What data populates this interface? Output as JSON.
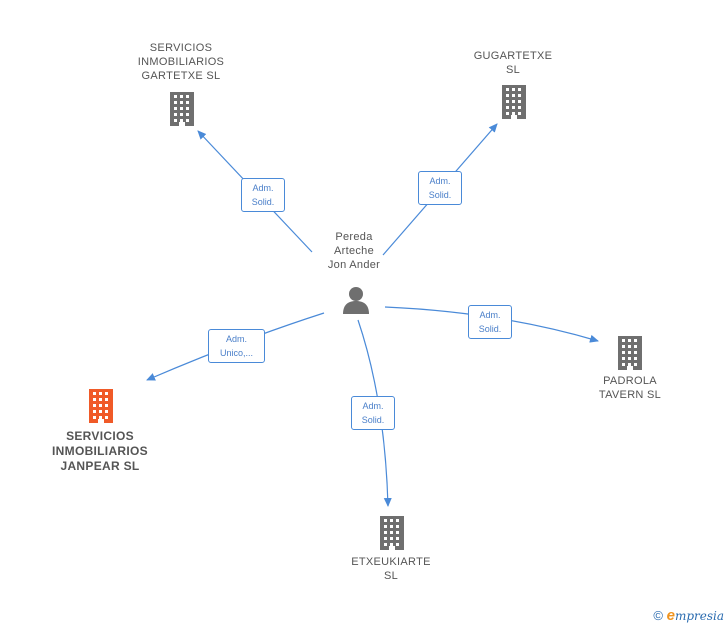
{
  "center": {
    "lines": [
      "Pereda",
      "Arteche",
      "Jon Ander"
    ],
    "icon": "person-icon"
  },
  "companies": [
    {
      "id": "gartetxe",
      "lines": [
        "SERVICIOS",
        "INMOBILIARIOS",
        "GARTETXE  SL"
      ],
      "icon": "building-icon",
      "color": "#6f6f6f"
    },
    {
      "id": "gugartetxe",
      "lines": [
        "GUGARTETXE",
        "SL"
      ],
      "icon": "building-icon",
      "color": "#6f6f6f"
    },
    {
      "id": "padrola",
      "lines": [
        "PADROLA",
        "TAVERN  SL"
      ],
      "icon": "building-icon",
      "color": "#6f6f6f"
    },
    {
      "id": "etxeukiarte",
      "lines": [
        "ETXEUKIARTE",
        "SL"
      ],
      "icon": "building-icon",
      "color": "#6f6f6f"
    },
    {
      "id": "janpear",
      "lines": [
        "SERVICIOS",
        "INMOBILIARIOS",
        "JANPEAR  SL"
      ],
      "icon": "building-icon",
      "color": "#f05a28"
    }
  ],
  "edges": [
    {
      "to": "gartetxe",
      "lines": [
        "Adm.",
        "Solid."
      ]
    },
    {
      "to": "gugartetxe",
      "lines": [
        "Adm.",
        "Solid."
      ]
    },
    {
      "to": "padrola",
      "lines": [
        "Adm.",
        "Solid."
      ]
    },
    {
      "to": "etxeukiarte",
      "lines": [
        "Adm.",
        "Solid."
      ]
    },
    {
      "to": "janpear",
      "lines": [
        "Adm.",
        "Unico,..."
      ]
    }
  ],
  "colors": {
    "edge": "#4a8ad8",
    "building": "#6f6f6f",
    "highlight": "#f05a28",
    "person": "#6f6f6f"
  },
  "footer": {
    "copyright": "©",
    "brand_initial": "e",
    "brand_rest": "mpresia"
  }
}
